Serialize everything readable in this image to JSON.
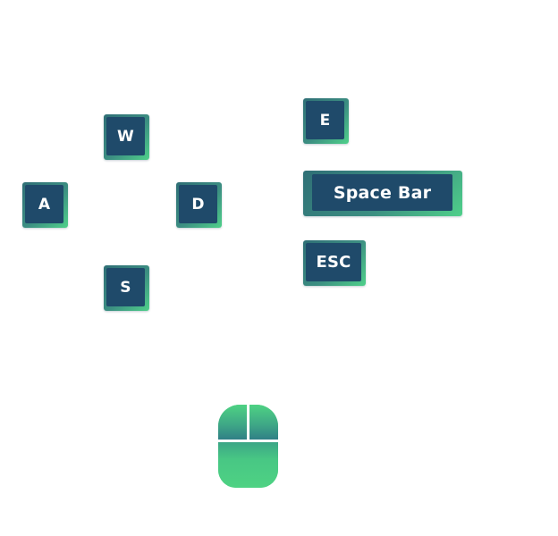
{
  "keys": {
    "w": "W",
    "a": "A",
    "d": "D",
    "s": "S",
    "e": "E",
    "space": "Space Bar",
    "esc": "ESC"
  },
  "colors": {
    "key_face": "#1f4a6a",
    "key_edge_dark": "#2f6f76",
    "key_edge_light": "#4fd08a",
    "mouse_green": "#4ed283",
    "mouse_teal": "#2f7d86",
    "background": "#ffffff"
  },
  "icons": {
    "mouse": "computer-mouse-icon"
  }
}
